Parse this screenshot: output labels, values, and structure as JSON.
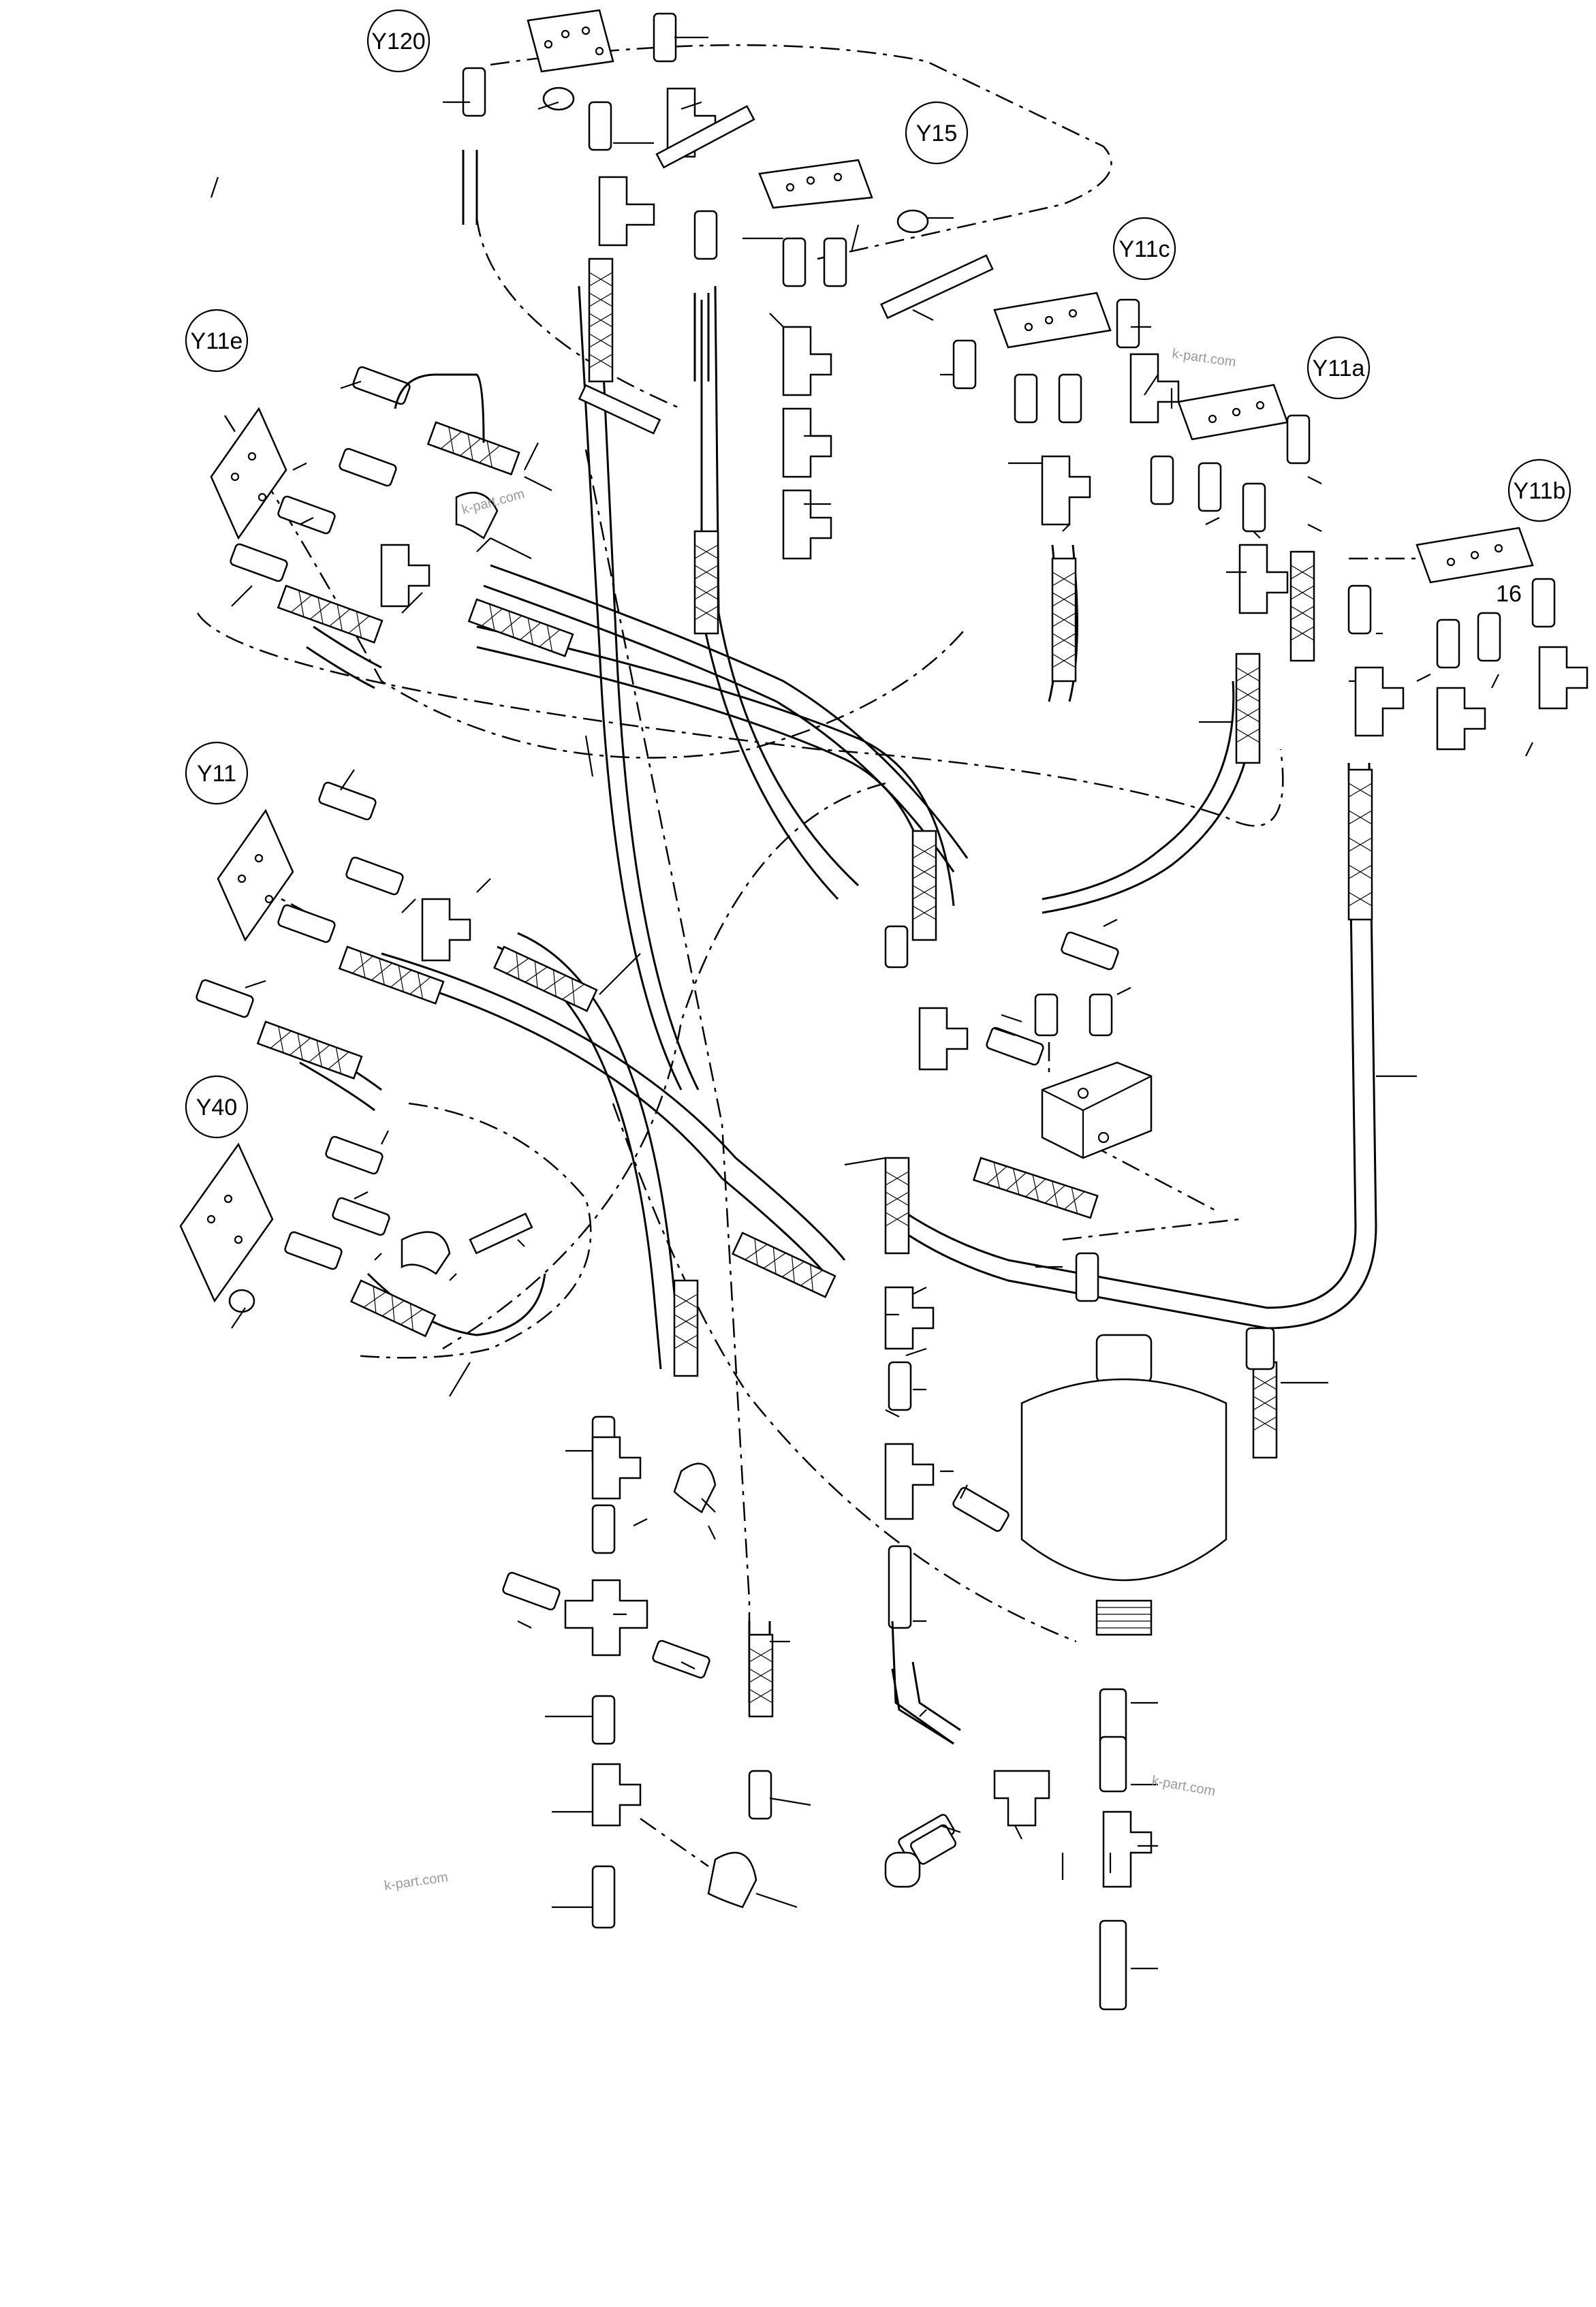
{
  "labels": {
    "y120": "Y120",
    "y15": "Y15",
    "y11c": "Y11c",
    "y11e": "Y11e",
    "y11a": "Y11a",
    "y11b": "Y11b",
    "y11": "Y11",
    "y40": "Y40",
    "n16": "16"
  },
  "watermarks": {
    "wm1": "k-part.com",
    "wm2": "k-part.com",
    "wm3": "k-part.com",
    "wm4": "k-part.com"
  }
}
